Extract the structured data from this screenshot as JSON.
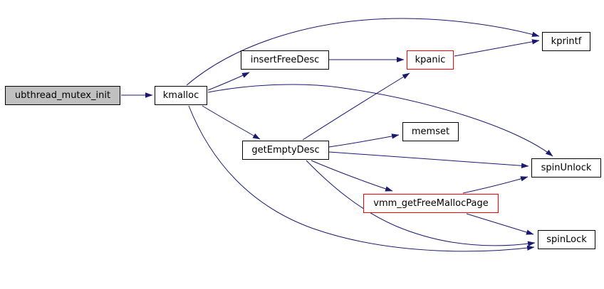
{
  "diagram": {
    "kind": "doxygen-call-graph",
    "background_color": "#ffffff",
    "edge_color": "#191970",
    "nodes": {
      "ubthread_mutex_init": {
        "label": "ubthread_mutex_init",
        "fill": "#c0c0c0",
        "border": "#000000",
        "role": "source-function"
      },
      "kmalloc": {
        "label": "kmalloc",
        "fill": "#ffffff",
        "border": "#000000"
      },
      "insertFreeDesc": {
        "label": "insertFreeDesc",
        "fill": "#ffffff",
        "border": "#000000"
      },
      "kpanic": {
        "label": "kpanic",
        "fill": "#ffffff",
        "border": "#ff0000"
      },
      "kprintf": {
        "label": "kprintf",
        "fill": "#ffffff",
        "border": "#000000"
      },
      "memset": {
        "label": "memset",
        "fill": "#ffffff",
        "border": "#000000"
      },
      "getEmptyDesc": {
        "label": "getEmptyDesc",
        "fill": "#ffffff",
        "border": "#000000"
      },
      "spinUnlock": {
        "label": "spinUnlock",
        "fill": "#ffffff",
        "border": "#000000"
      },
      "vmm_getFreeMallocPage": {
        "label": "vmm_getFreeMallocPage",
        "fill": "#ffffff",
        "border": "#ff0000"
      },
      "spinLock": {
        "label": "spinLock",
        "fill": "#ffffff",
        "border": "#000000"
      }
    },
    "edges": [
      {
        "from": "ubthread_mutex_init",
        "to": "kmalloc"
      },
      {
        "from": "kmalloc",
        "to": "kprintf"
      },
      {
        "from": "kmalloc",
        "to": "insertFreeDesc"
      },
      {
        "from": "kmalloc",
        "to": "getEmptyDesc"
      },
      {
        "from": "kmalloc",
        "to": "spinUnlock"
      },
      {
        "from": "kmalloc",
        "to": "spinLock"
      },
      {
        "from": "insertFreeDesc",
        "to": "kpanic"
      },
      {
        "from": "kpanic",
        "to": "kprintf"
      },
      {
        "from": "getEmptyDesc",
        "to": "kpanic"
      },
      {
        "from": "getEmptyDesc",
        "to": "memset"
      },
      {
        "from": "getEmptyDesc",
        "to": "spinUnlock"
      },
      {
        "from": "getEmptyDesc",
        "to": "vmm_getFreeMallocPage"
      },
      {
        "from": "getEmptyDesc",
        "to": "spinLock"
      },
      {
        "from": "vmm_getFreeMallocPage",
        "to": "spinUnlock"
      },
      {
        "from": "vmm_getFreeMallocPage",
        "to": "spinLock"
      }
    ]
  }
}
